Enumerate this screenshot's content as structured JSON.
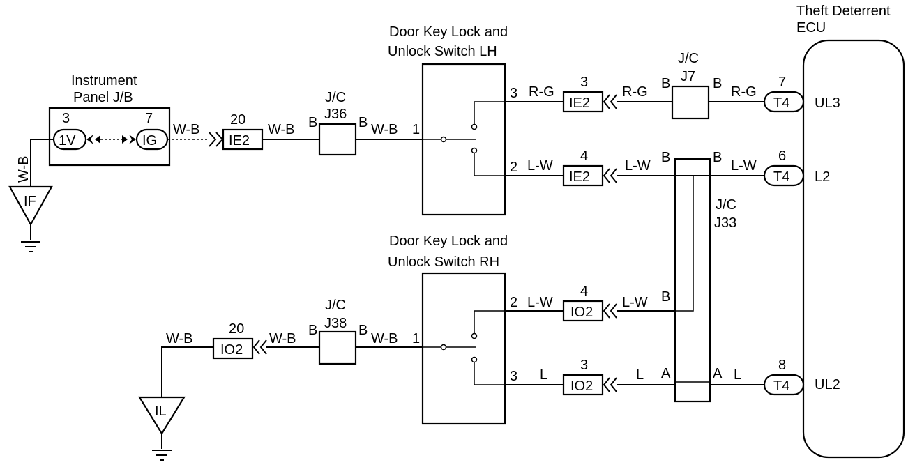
{
  "components": {
    "ecu": {
      "title_line1": "Theft Deterrent",
      "title_line2": "ECU",
      "pin_ul3": "UL3",
      "pin_l2": "L2",
      "pin_ul2": "UL2"
    },
    "instrument_panel": {
      "title_line1": "Instrument",
      "title_line2": "Panel J/B",
      "pin_1v_num": "3",
      "pin_1v": "1V",
      "pin_ig_num": "7",
      "pin_ig": "IG"
    },
    "switch_lh": {
      "title_line1": "Door Key Lock and",
      "title_line2": "Unlock Switch LH",
      "pin_3": "3",
      "pin_2": "2",
      "pin_1": "1"
    },
    "switch_rh": {
      "title_line1": "Door Key Lock and",
      "title_line2": "Unlock Switch RH",
      "pin_2": "2",
      "pin_1": "1",
      "pin_3": "3"
    },
    "jc_j36": {
      "label_line1": "J/C",
      "label_line2": "J36",
      "left_pin": "B",
      "right_pin": "B"
    },
    "jc_j38": {
      "label_line1": "J/C",
      "label_line2": "J38",
      "left_pin": "B",
      "right_pin": "B"
    },
    "jc_j7": {
      "label_line1": "J/C",
      "label_line2": "J7",
      "left_pin": "B",
      "right_pin": "B"
    },
    "jc_j33": {
      "label_line1": "J/C",
      "label_line2": "J33",
      "pin_b1": "B",
      "pin_b2": "B",
      "pin_b3": "B",
      "pin_a1": "A",
      "pin_a2": "A"
    }
  },
  "connectors": {
    "ie2_20": {
      "num": "20",
      "name": "IE2"
    },
    "ie2_3": {
      "num": "3",
      "name": "IE2"
    },
    "ie2_4": {
      "num": "4",
      "name": "IE2"
    },
    "io2_20": {
      "num": "20",
      "name": "IO2"
    },
    "io2_4": {
      "num": "4",
      "name": "IO2"
    },
    "io2_3": {
      "num": "3",
      "name": "IO2"
    },
    "t4_7": {
      "num": "7",
      "name": "T4"
    },
    "t4_6": {
      "num": "6",
      "name": "T4"
    },
    "t4_8": {
      "num": "8",
      "name": "T4"
    }
  },
  "grounds": {
    "if": "IF",
    "il": "IL"
  },
  "wires": {
    "wb_vertical": "W-B",
    "wb_ig_out": "W-B",
    "wb_ie2_out": "W-B",
    "wb_j36_out": "W-B",
    "wb_il": "W-B",
    "wb_io2_out": "W-B",
    "wb_j38_out": "W-B",
    "rg_lh": "R-G",
    "rg_mid": "R-G",
    "rg_ecu": "R-G",
    "lw_lh": "L-W",
    "lw_mid": "L-W",
    "lw_ecu": "L-W",
    "lw_rh": "L-W",
    "lw_rh_mid": "L-W",
    "l_rh": "L",
    "l_mid": "L",
    "l_ecu": "L"
  }
}
